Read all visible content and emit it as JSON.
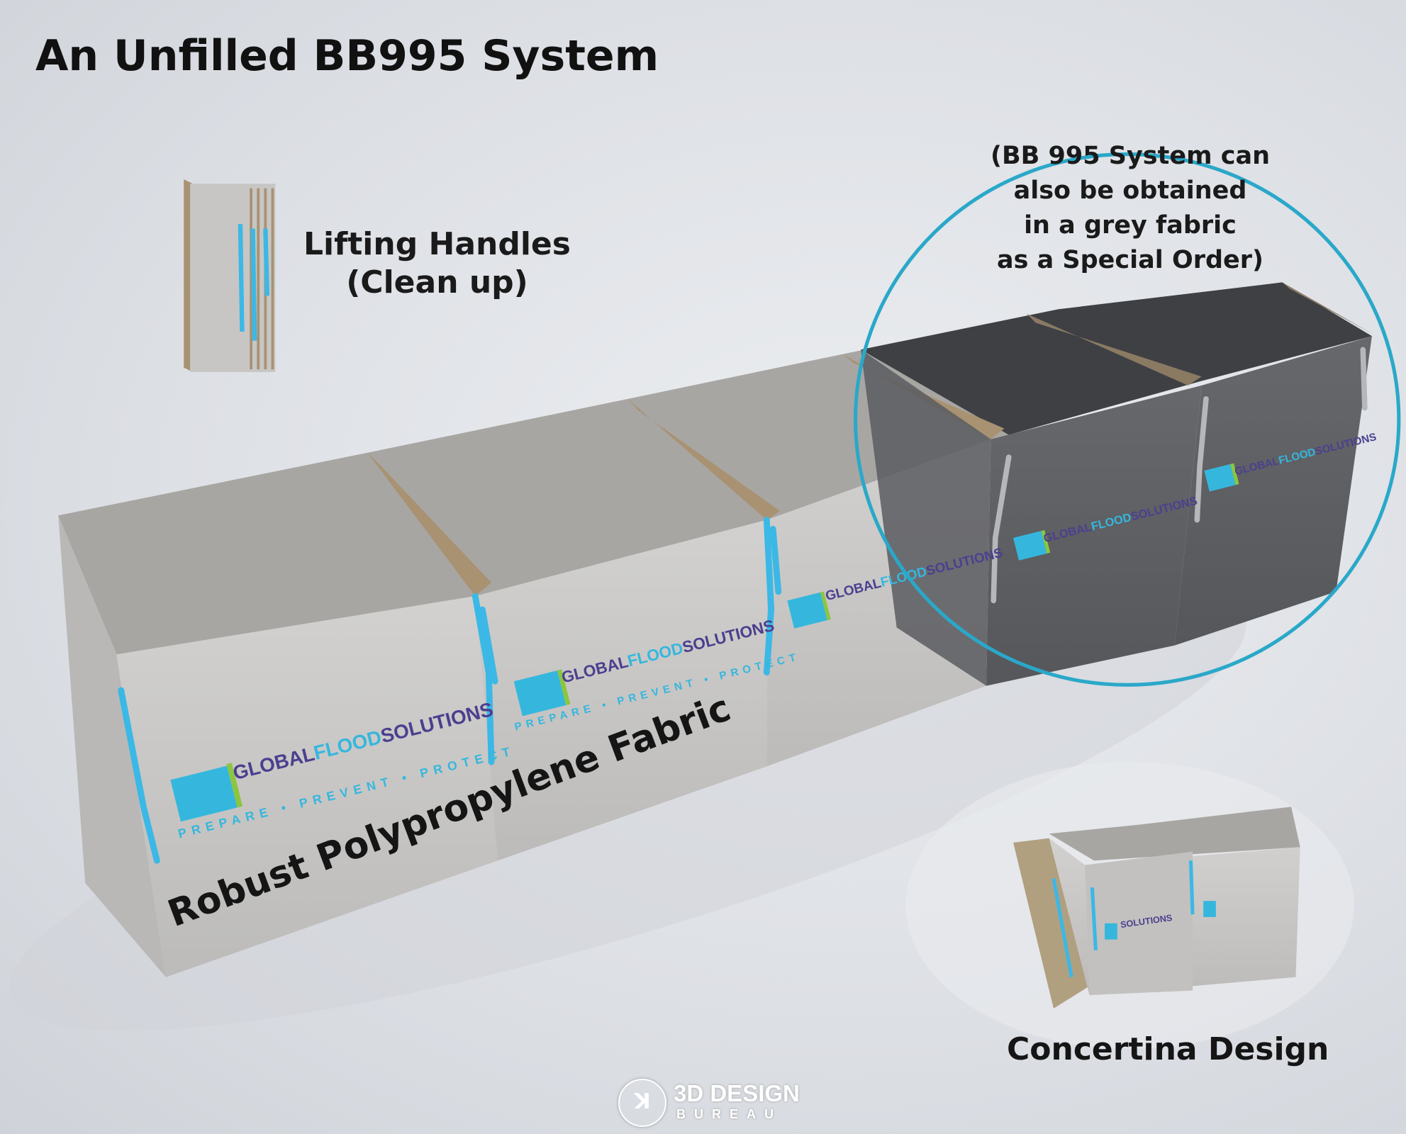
{
  "title": "An Unfilled BB995 System",
  "labels": {
    "lifting_line1": "Lifting Handles",
    "lifting_line2": "(Clean up)",
    "note_line1": "(BB 995 System can",
    "note_line2": "also be obtained",
    "note_line3": "in a grey fabric",
    "note_line4": "as a Special Order)",
    "fabric": "Robust Polypropylene Fabric",
    "concertina": "Concertina Design"
  },
  "brand_print": {
    "global": "GLOBAL",
    "flood": "FLOOD",
    "solutions": "SOLUTIONS",
    "tagline": "PREPARE • PREVENT • PROTECT"
  },
  "watermark": {
    "line1": "3D DESIGN",
    "line2": "BUREAU"
  },
  "colors": {
    "handle": "#3bb8e6",
    "highlight_circle": "#2aa8c9",
    "fabric_white": "#c9c8c6",
    "fabric_grey": "#5d5f63",
    "frame": "#a89272"
  }
}
